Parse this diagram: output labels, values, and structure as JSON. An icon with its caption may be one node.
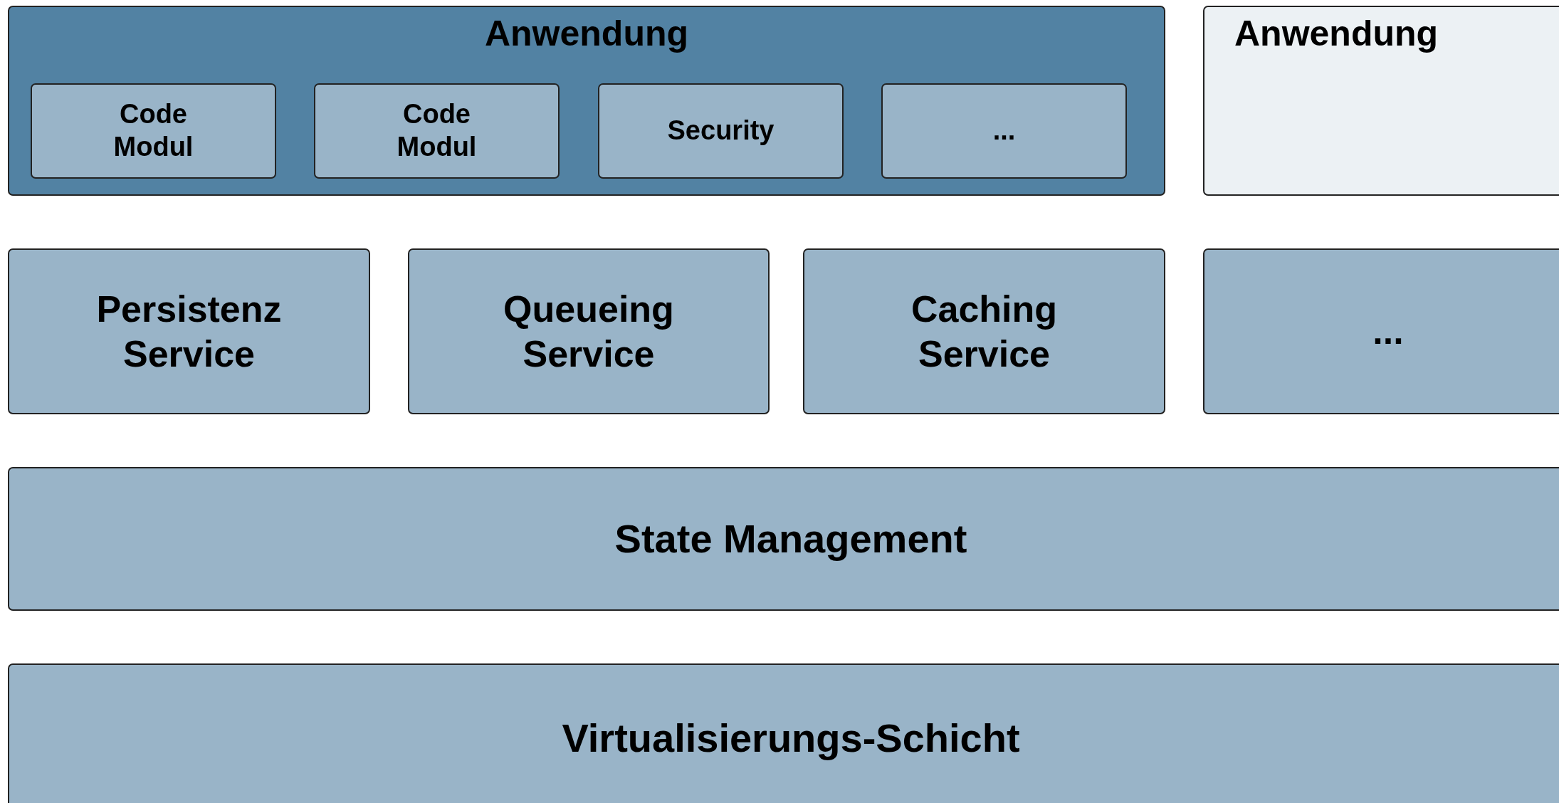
{
  "diagram": {
    "nodes": [
      {
        "text": [
          "Anwendung"
        ]
      },
      {
        "text": [
          "Code Modul"
        ],
        "in": 0
      },
      {
        "text": [
          "Code Modul"
        ],
        "in": 0
      },
      {
        "text": [
          "Security"
        ],
        "in": 0
      },
      {
        "text": [
          "..."
        ],
        "in": 0
      },
      {
        "text": [
          "Anwendung"
        ]
      },
      {
        "text": [
          "Persistenz Service"
        ]
      },
      {
        "text": [
          "Queueing Service"
        ]
      },
      {
        "text": [
          "Caching Service"
        ]
      },
      {
        "text": [
          "..."
        ]
      },
      {
        "text": [
          "State Management"
        ]
      },
      {
        "text": [
          "Virtualisierungs-Schicht"
        ]
      }
    ]
  }
}
